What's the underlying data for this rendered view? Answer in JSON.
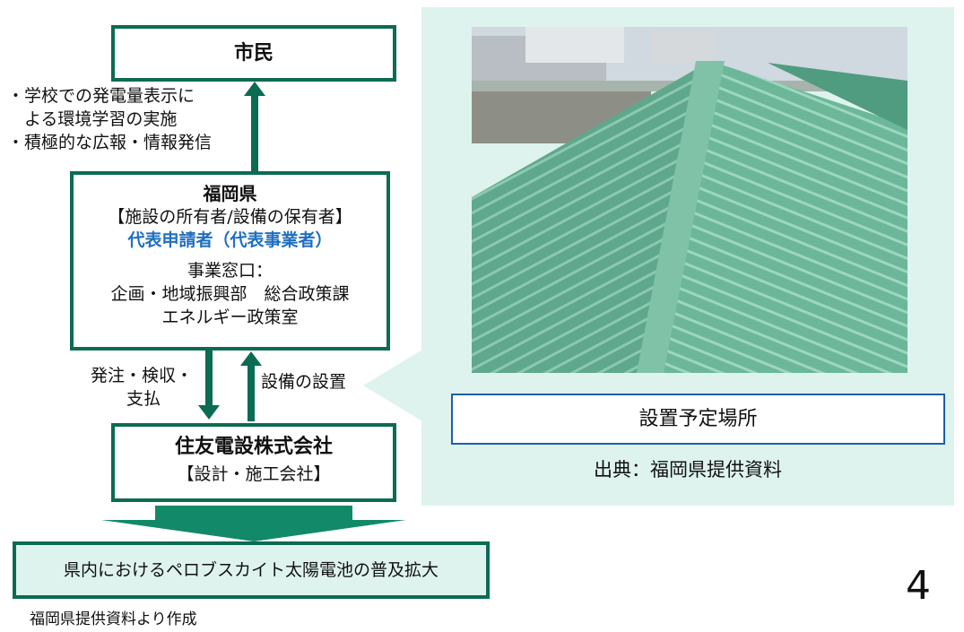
{
  "citizen": {
    "label": "市民"
  },
  "bullets": [
    "・学校での発電量表示に",
    "　よる環境学習の実施",
    "・積極的な広報・情報発信"
  ],
  "prefecture": {
    "title": "福岡県",
    "role": "【施設の所有者/設備の保有者】",
    "applicant": "代表申請者（代表事業者）",
    "contact_heading": "事業窓口：",
    "contact_dept": "企画・地域振興部　総合政策課",
    "contact_office": "エネルギー政策室",
    "applicant_color": "#1f6fc0"
  },
  "order_label_1": "発注・検収・",
  "order_label_2": "支払",
  "install_label": "設備の設置",
  "company": {
    "name": "住友電設株式会社",
    "role": "【設計・施工会社】"
  },
  "result": {
    "label": "県内におけるペロブスカイト太陽電池の普及拡大"
  },
  "photo_panel": {
    "caption": "設置予定場所",
    "source": "出典：福岡県提供資料",
    "image_alt": "green metal roof of school building"
  },
  "footer_note": "福岡県提供資料より作成",
  "page_number": "4",
  "colors": {
    "accent": "#0b6b53",
    "panel_bg": "#def3ee",
    "caption_border": "#1f5fa8"
  }
}
